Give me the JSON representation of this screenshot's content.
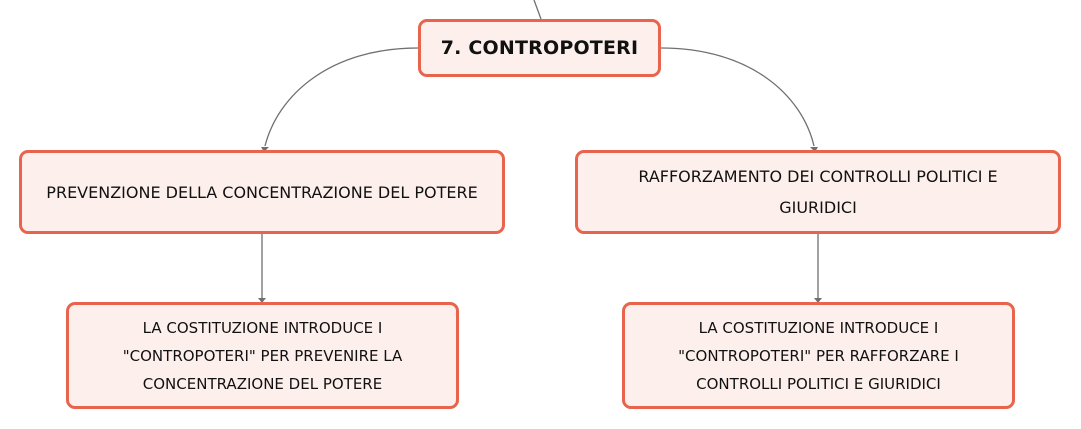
{
  "colors": {
    "node_fill": "#fdf0ec",
    "node_border": "#e8644c",
    "connector": "#707070",
    "text": "#111111"
  },
  "map": {
    "root": {
      "label": "7. CONTROPOTERI"
    },
    "branches": [
      {
        "label": "PREVENZIONE DELLA CONCENTRAZIONE DEL POTERE",
        "child": {
          "label": "LA COSTITUZIONE INTRODUCE I \"CONTROPOTERI\" PER PREVENIRE LA CONCENTRAZIONE DEL POTERE"
        }
      },
      {
        "label": "RAFFORZAMENTO DEI CONTROLLI POLITICI E GIURIDICI",
        "child": {
          "label": "LA COSTITUZIONE INTRODUCE I \"CONTROPOTERI\" PER RAFFORZARE I CONTROLLI POLITICI E GIURIDICI"
        }
      }
    ]
  }
}
